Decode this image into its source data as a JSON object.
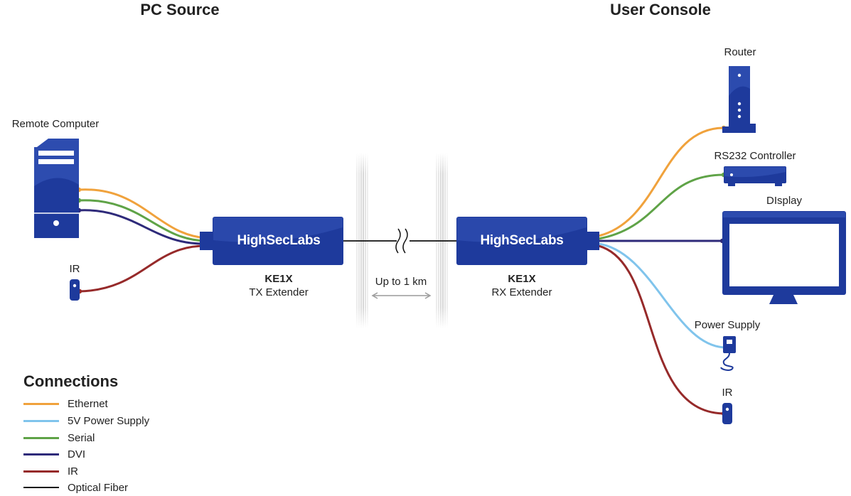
{
  "headings": {
    "pc_source": "PC Source",
    "user_console": "User Console"
  },
  "pc_side": {
    "remote_computer": "Remote Computer",
    "ir": "IR"
  },
  "tx": {
    "brand": "HighSecLabs",
    "model": "KE1X",
    "role": "TX Extender"
  },
  "rx": {
    "brand": "HighSecLabs",
    "model": "KE1X",
    "role": "RX Extender"
  },
  "link": {
    "distance": "Up to 1 km"
  },
  "console_side": {
    "router": "Router",
    "rs232": "RS232 Controller",
    "display": "DIsplay",
    "power_supply": "Power Supply",
    "ir": "IR"
  },
  "legend": {
    "title": "Connections",
    "items": [
      {
        "label": "Ethernet",
        "color": "#f0a23c"
      },
      {
        "label": "5V Power Supply",
        "color": "#80c4ec"
      },
      {
        "label": "Serial",
        "color": "#5fa347"
      },
      {
        "label": "DVI",
        "color": "#2e2a7a"
      },
      {
        "label": "IR",
        "color": "#962a2a"
      },
      {
        "label": "Optical Fiber",
        "color": "#111111"
      }
    ]
  },
  "colors": {
    "device_blue": "#1e3a9c",
    "device_blue_light": "#3a5bbf",
    "ethernet": "#f0a23c",
    "power": "#80c4ec",
    "serial": "#5fa347",
    "dvi": "#2e2a7a",
    "ir": "#962a2a",
    "fiber": "#111111"
  }
}
